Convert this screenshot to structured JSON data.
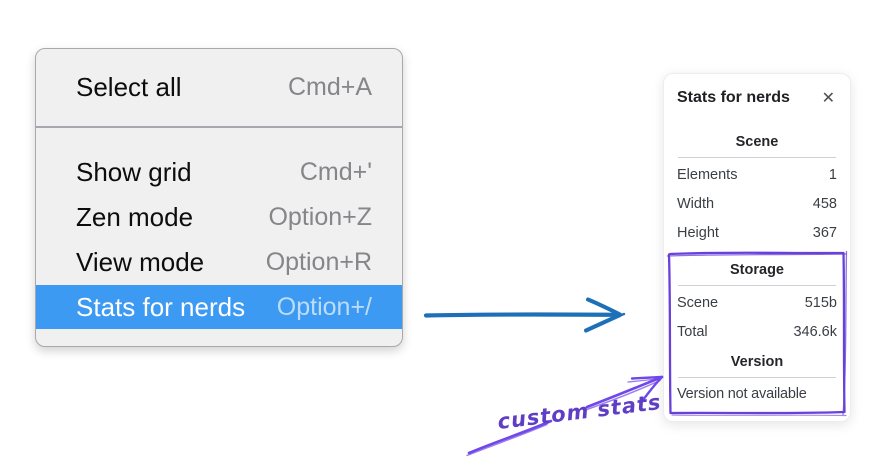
{
  "context_menu": {
    "items": [
      {
        "label": "Select all",
        "shortcut": "Cmd+A",
        "selected": false
      },
      {
        "label": "Show grid",
        "shortcut": "Cmd+'",
        "selected": false
      },
      {
        "label": "Zen mode",
        "shortcut": "Option+Z",
        "selected": false
      },
      {
        "label": "View mode",
        "shortcut": "Option+R",
        "selected": false
      },
      {
        "label": "Stats for nerds",
        "shortcut": "Option+/",
        "selected": true
      }
    ]
  },
  "stats_panel": {
    "title": "Stats for nerds",
    "close_glyph": "✕",
    "sections": [
      {
        "heading": "Scene",
        "rows": [
          {
            "label": "Elements",
            "value": "1"
          },
          {
            "label": "Width",
            "value": "458"
          },
          {
            "label": "Height",
            "value": "367"
          }
        ]
      },
      {
        "heading": "Storage",
        "rows": [
          {
            "label": "Scene",
            "value": "515b"
          },
          {
            "label": "Total",
            "value": "346.6k"
          }
        ]
      },
      {
        "heading": "Version",
        "note": "Version not available"
      }
    ]
  },
  "annotation": {
    "label": "custom stats"
  },
  "colors": {
    "menu_highlight": "#3d9af2",
    "arrow_blue": "#1d70b8",
    "annotation_violet": "#6741d9"
  }
}
